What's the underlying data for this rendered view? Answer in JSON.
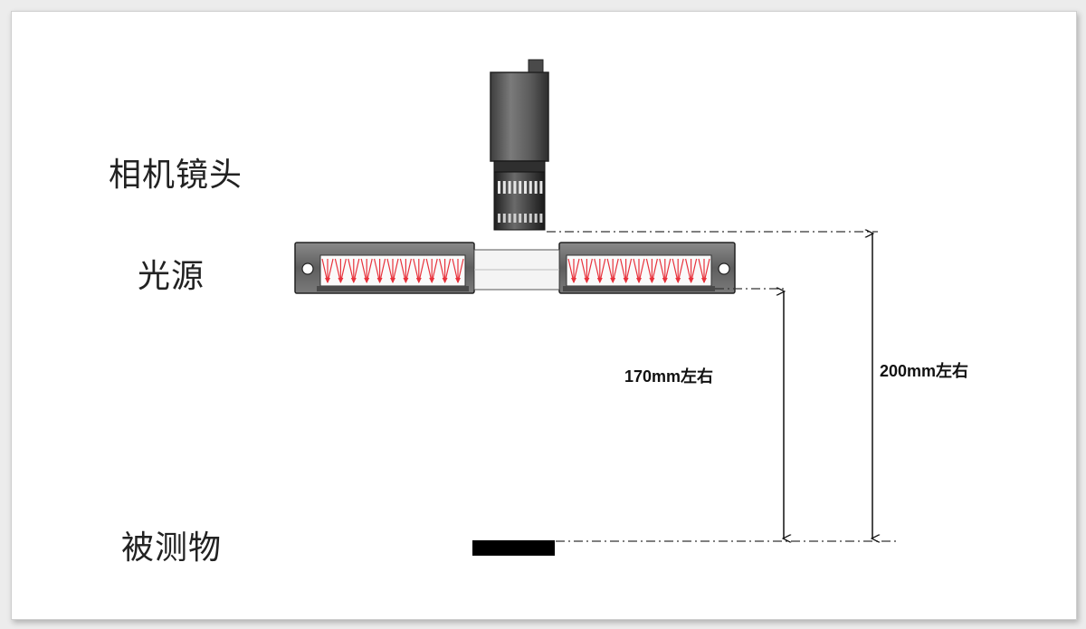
{
  "labels": {
    "camera_lens": "相机镜头",
    "light_source": "光源",
    "measured_object": "被测物"
  },
  "dimensions": {
    "light_to_object": "170mm左右",
    "camera_to_object": "200mm左右"
  },
  "colors": {
    "led": "#e8323c",
    "housing": "#6a6a6a",
    "camera_body": "#5f5f5f",
    "object": "#000000",
    "dash_line": "#333333"
  }
}
